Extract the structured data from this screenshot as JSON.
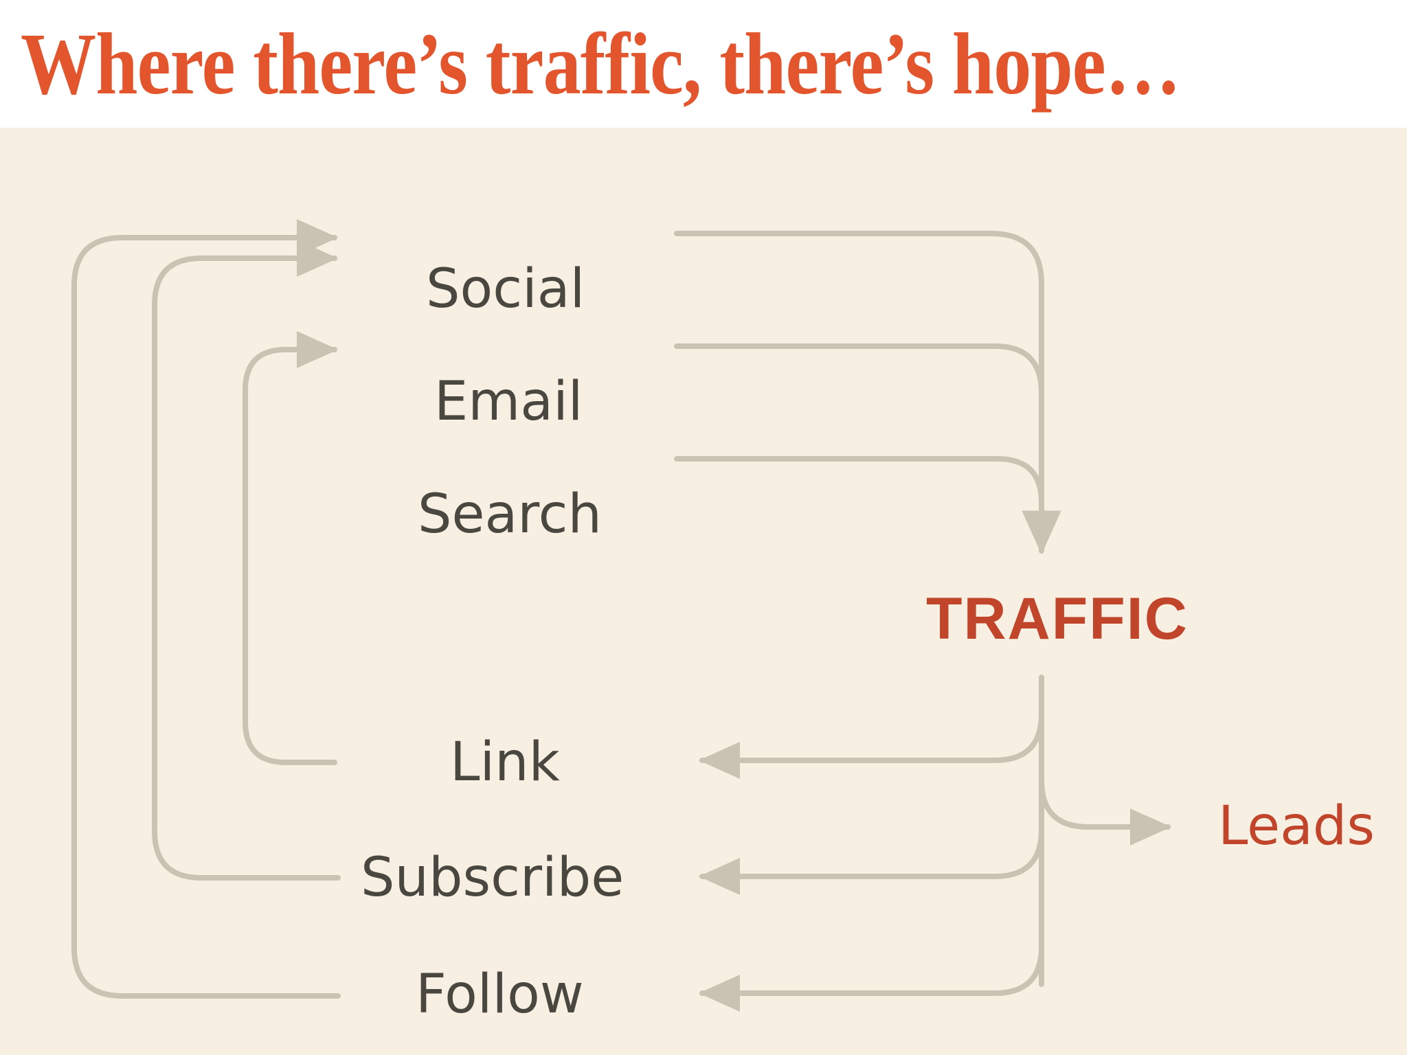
{
  "slide": {
    "title": "Where there’s traffic, there’s hope…",
    "title_color": "#E2552D",
    "banner_background": "#FFFFFF",
    "diagram_background": "#F7F0E2"
  },
  "diagram": {
    "line_color": "#C9C3B4",
    "channel_label_color": "#4A4640",
    "accent_label_color": "#C0452B",
    "hub": {
      "label": "TRAFFIC",
      "name": "traffic-hub"
    },
    "outcome": {
      "label": "Leads",
      "name": "leads-node"
    },
    "inbound_channels": [
      {
        "label": "Social",
        "name": "channel-social"
      },
      {
        "label": "Email",
        "name": "channel-email"
      },
      {
        "label": "Search",
        "name": "channel-search"
      }
    ],
    "outbound_channels": [
      {
        "label": "Link",
        "name": "channel-link"
      },
      {
        "label": "Subscribe",
        "name": "channel-subscribe"
      },
      {
        "label": "Follow",
        "name": "channel-follow"
      }
    ],
    "flows": [
      {
        "from": "Social",
        "to": "TRAFFIC"
      },
      {
        "from": "Email",
        "to": "TRAFFIC"
      },
      {
        "from": "Search",
        "to": "TRAFFIC"
      },
      {
        "from": "TRAFFIC",
        "to": "Link"
      },
      {
        "from": "TRAFFIC",
        "to": "Subscribe"
      },
      {
        "from": "TRAFFIC",
        "to": "Follow"
      },
      {
        "from": "TRAFFIC",
        "to": "Leads"
      },
      {
        "from": "Link",
        "to": "Search"
      },
      {
        "from": "Subscribe",
        "to": "Email"
      },
      {
        "from": "Follow",
        "to": "Social"
      }
    ]
  }
}
